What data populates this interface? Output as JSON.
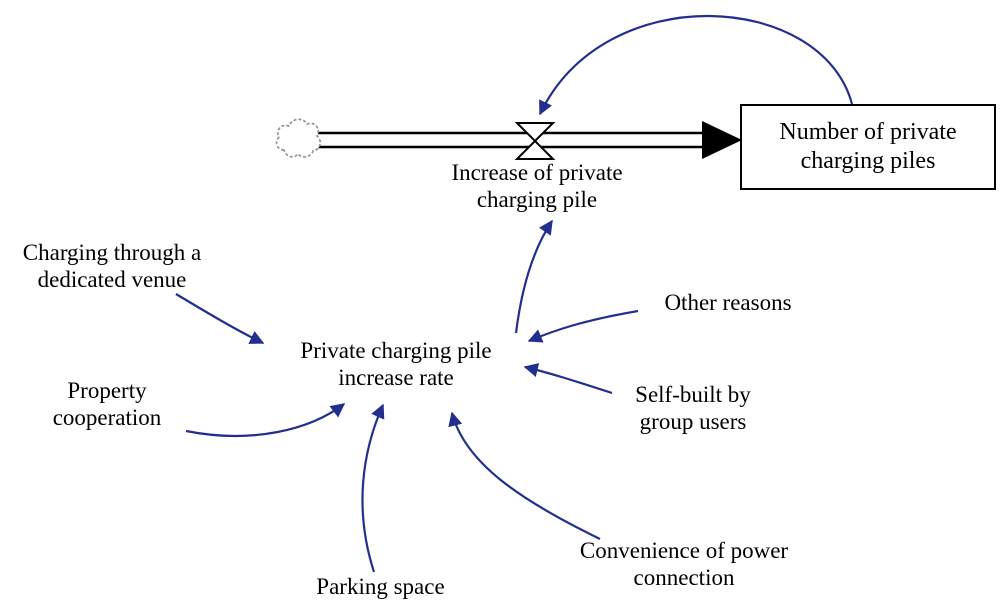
{
  "colors": {
    "background": "#ffffff",
    "text": "#000000",
    "causal_link_arrow": "#222f8e",
    "flow_pipe": "#000000",
    "stock_border": "#000000",
    "cloud_outline": "#8f8f8f"
  },
  "icons": {
    "cloud_source": "scalloped cloud outline (flow source/sink)",
    "flow_valve": "hourglass / bowtie valve on flow pipe",
    "flow_arrowhead": "large solid black triangle into stock"
  },
  "diagram": {
    "stock": {
      "label": "Number of private charging piles"
    },
    "flow": {
      "label": "Increase of private charging pile"
    },
    "rate": {
      "label": "Private charging pile increase rate"
    },
    "influences": {
      "dedicated_venue": "Charging through a dedicated venue",
      "property_cooperation": "Property cooperation",
      "parking_space": "Parking space",
      "power_connection": "Convenience of power connection",
      "self_built": "Self-built by group users",
      "other_reasons": "Other reasons"
    }
  }
}
